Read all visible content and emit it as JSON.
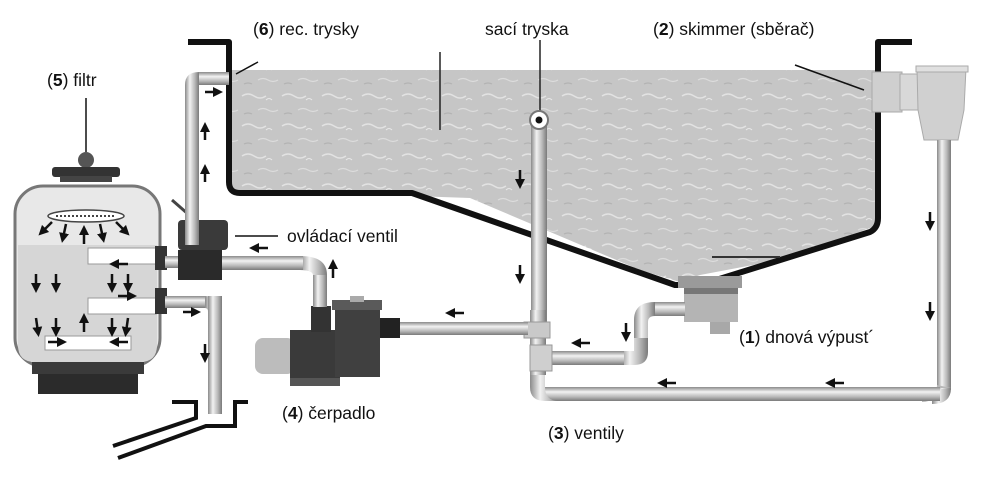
{
  "diagram": {
    "title": "Pool circulation system",
    "labels": {
      "rec_jets": {
        "number": "6",
        "text": "rec. trysky"
      },
      "suction_jet": {
        "text": "sací tryska"
      },
      "skimmer": {
        "number": "2",
        "text": "skimmer (sběrač)"
      },
      "filter": {
        "number": "5",
        "text": "filtr"
      },
      "control_valve": {
        "text": "ovládací ventil"
      },
      "bottom_drain": {
        "number": "1",
        "text": "dnová výpust´"
      },
      "pump": {
        "number": "4",
        "text": "čerpadlo"
      },
      "valves": {
        "number": "3",
        "text": "ventily"
      }
    },
    "colors": {
      "water": "#c9c9c9",
      "pool_wall": "#111111",
      "pipe": "#c4c4c4",
      "equipment_dark": "#2e2e2e",
      "text": "#111111"
    }
  }
}
